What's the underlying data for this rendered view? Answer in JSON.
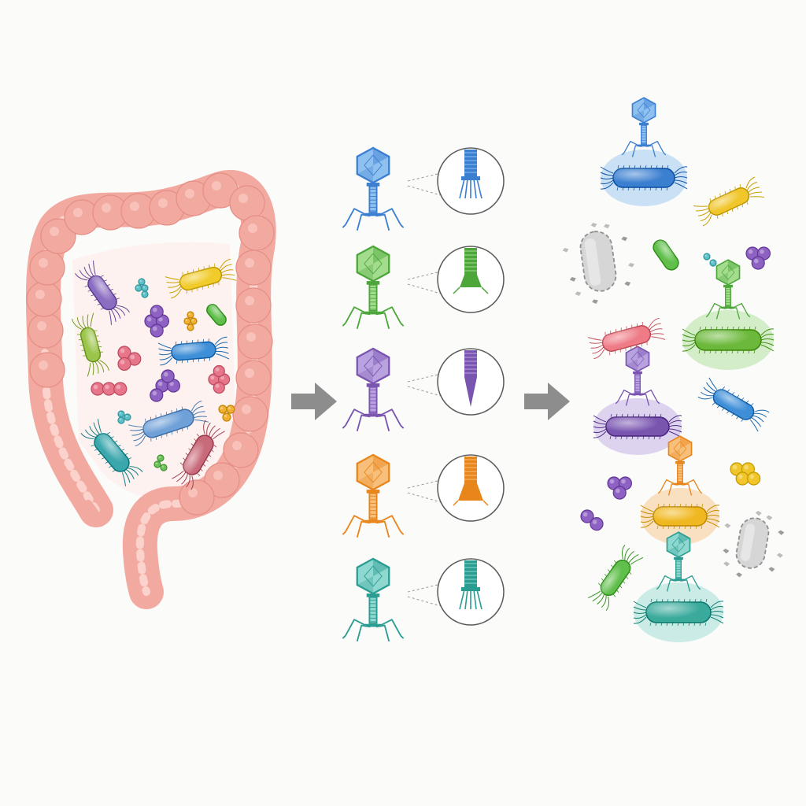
{
  "colors": {
    "background": "#fbfbfa",
    "colon_wall": "#f2a9a0",
    "colon_wall_edge": "#e58f86",
    "colon_lining": "#fbdad3",
    "arrow": "#8d8d8d",
    "lysed_cell": "#cfcfcf"
  },
  "diagram": {
    "panels": [
      "gut-microbiome",
      "phage-library",
      "targeted-lysis"
    ],
    "arrows": 2
  },
  "phages": [
    {
      "id": "blue",
      "color": "#3b7fd0",
      "light": "#8ec0f0",
      "tip": "fibers"
    },
    {
      "id": "green",
      "color": "#4ca63a",
      "light": "#a4dc8e",
      "tip": "flared"
    },
    {
      "id": "purple",
      "color": "#7a55b0",
      "light": "#b9a2e0",
      "tip": "spike"
    },
    {
      "id": "orange",
      "color": "#e8861c",
      "light": "#f7bf7a",
      "tip": "cone"
    },
    {
      "id": "teal",
      "color": "#2a9c92",
      "light": "#8ed8cf",
      "tip": "fibers"
    }
  ],
  "gut_microbes": [
    {
      "kind": "rod",
      "color": "#8a6cc0"
    },
    {
      "kind": "rod",
      "color": "#f1cb2a"
    },
    {
      "kind": "rod",
      "color": "#9bc44a"
    },
    {
      "kind": "rod",
      "color": "#3f8fd8"
    },
    {
      "kind": "rod",
      "color": "#6fa0d8"
    },
    {
      "kind": "rod",
      "color": "#3aa7ad"
    },
    {
      "kind": "rod",
      "color": "#c96a7a"
    },
    {
      "kind": "rod",
      "color": "#5fbf4a"
    },
    {
      "kind": "cluster",
      "color": "#8e62c2"
    },
    {
      "kind": "cluster",
      "color": "#e7768b"
    },
    {
      "kind": "cluster",
      "color": "#f0b030"
    },
    {
      "kind": "cluster",
      "color": "#5bc0c8"
    }
  ],
  "lysis_cells": [
    {
      "state": "infected",
      "color": "#3b7fd0"
    },
    {
      "state": "infected",
      "color": "#6bb83a"
    },
    {
      "state": "infected",
      "color": "#7a55b0"
    },
    {
      "state": "infected",
      "color": "#f0b820"
    },
    {
      "state": "infected",
      "color": "#3aaa9c"
    },
    {
      "state": "intact",
      "color": "#f0c62a"
    },
    {
      "state": "intact",
      "color": "#5fbf4a"
    },
    {
      "state": "intact",
      "color": "#ee7b86"
    },
    {
      "state": "intact",
      "color": "#3f8fd8"
    },
    {
      "state": "intact",
      "color": "#5fbf4a"
    },
    {
      "state": "lysed",
      "color": "#cfcfcf"
    },
    {
      "state": "lysed",
      "color": "#cfcfcf"
    }
  ]
}
